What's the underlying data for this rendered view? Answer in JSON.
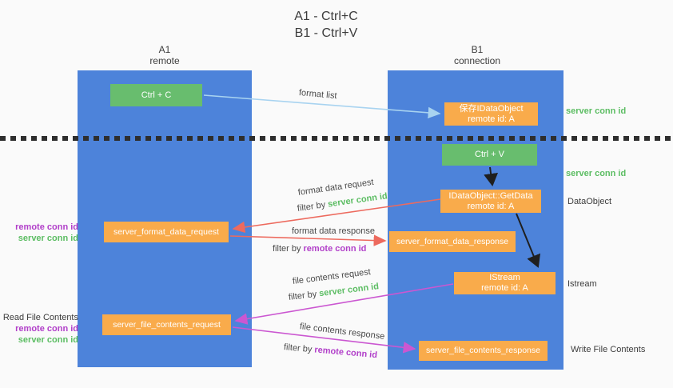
{
  "title": {
    "line1": "A1 - Ctrl+C",
    "line2": "B1 - Ctrl+V"
  },
  "lanes": {
    "left": {
      "name": "A1",
      "role": "remote"
    },
    "right": {
      "name": "B1",
      "role": "connection"
    }
  },
  "nodes": {
    "ctrl_c": {
      "label": "Ctrl + C"
    },
    "ctrl_v": {
      "label": "Ctrl + V"
    },
    "save_dataobject": {
      "line1": "保存IDataObject",
      "line2": "remote id: A"
    },
    "getdata": {
      "line1": "IDataObject::GetData",
      "line2": "remote id: A"
    },
    "istream": {
      "line1": "IStream",
      "line2": "remote id: A"
    },
    "format_request": {
      "label": "server_format_data_request"
    },
    "format_response": {
      "label": "server_format_data_response"
    },
    "file_request": {
      "label": "server_file_contents_request"
    },
    "file_response": {
      "label": "server_file_contents_response"
    }
  },
  "flow_labels": {
    "format_list": "format list",
    "format_data_request": "format data request",
    "format_data_response": "format data response",
    "file_contents_request": "file contents request",
    "file_contents_response": "file contents response",
    "filter_by": "filter by",
    "server_conn_id": "server conn id",
    "remote_conn_id": "remote conn id"
  },
  "side_labels": {
    "server_conn_id": "server conn id",
    "remote_conn_id": "remote conn id",
    "dataobject": "DataObject",
    "istream": "Istream",
    "read_file_contents": "Read File Contents",
    "write_file_contents": "Write File Contents"
  },
  "colors": {
    "lane_blue": "#4d83da",
    "node_green": "#68bd6e",
    "node_orange": "#f9ab4b",
    "conn_green_text": "#5cbd63",
    "conn_purple_text": "#b13fc9",
    "arrow_red": "#ed6a5e",
    "arrow_orchid": "#cb57d1",
    "arrow_light_blue": "#a8d3f0",
    "arrow_black": "#1f1f1f"
  }
}
